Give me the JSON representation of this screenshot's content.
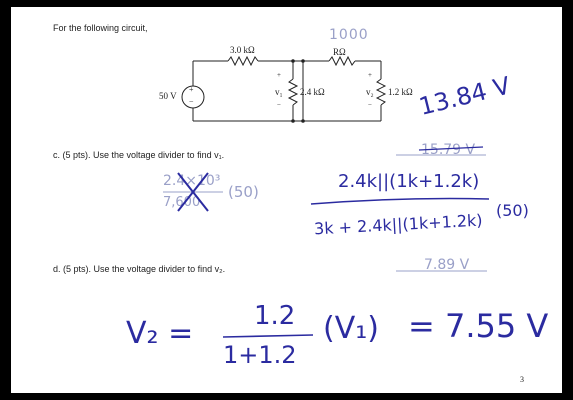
{
  "problem": {
    "intro": "For the following circuit,",
    "part_c": "c.   (5 pts). Use the voltage divider to find v₁.",
    "part_d": "d.   (5 pts). Use the voltage divider to find v₂.",
    "page_number": "3"
  },
  "circuit": {
    "source": "50 V",
    "r_series": "3.0 kΩ",
    "r_unknown": "RΩ",
    "r_parallel_1": "2.4 kΩ",
    "r_parallel_2": "1.2 kΩ",
    "v1_label": "v₁",
    "v2_label": "v₂",
    "plus": "+",
    "minus": "−"
  },
  "handwriting": {
    "r_value": "1000",
    "v1_answer": "13.84 V",
    "v1_crossed": "15.79 V",
    "crossed_num": "2.4×10³",
    "crossed_den": "7,600",
    "crossed_mult": "(50)",
    "expr_num": "2.4k||(1k+1.2k)",
    "expr_den": "3k + 2.4k||(1k+1.2k)",
    "expr_mult": "(50)",
    "v2_blank_answer": "7.89 V",
    "v2_lhs": "V₂ =",
    "v2_num": "1.2",
    "v2_den": "1+1.2",
    "v2_paren": "(V₁)",
    "v2_result": "= 7.55 V"
  },
  "colors": {
    "ink": "#2b2ba0",
    "ink_faint": "#9aa0c8",
    "print": "#222222"
  }
}
